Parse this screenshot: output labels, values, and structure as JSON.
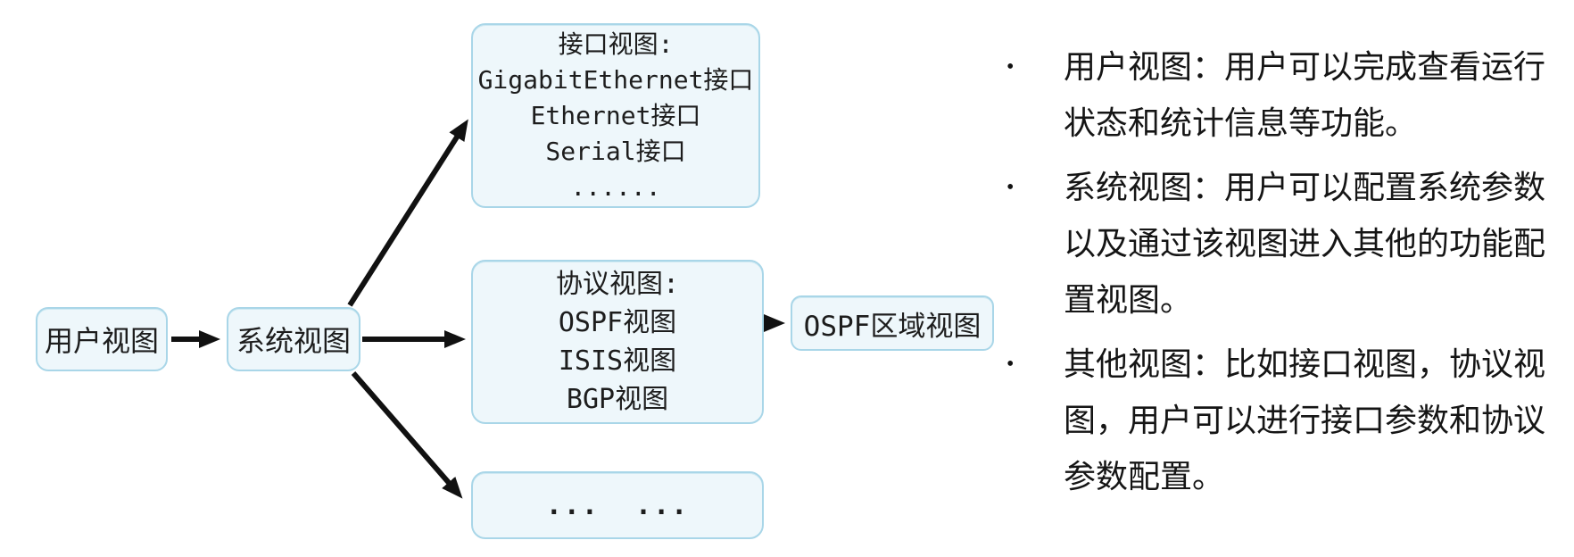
{
  "diagram": {
    "user_view_box": {
      "label": "用户视图"
    },
    "system_view_box": {
      "label": "系统视图"
    },
    "interface_box": {
      "lines": [
        "接口视图:",
        "GigabitEthernet接口",
        "Ethernet接口",
        "Serial接口",
        "......"
      ]
    },
    "protocol_box": {
      "lines": [
        "协议视图:",
        "OSPF视图",
        "ISIS视图",
        "BGP视图"
      ]
    },
    "ospf_area_box": {
      "label": "OSPF区域视图"
    },
    "others_box": {
      "label": "...  ..."
    },
    "colors": {
      "box_border": "#a9d6e8",
      "box_fill": "#eef7fb",
      "arrow": "#111111",
      "text": "#1d1d1d"
    }
  },
  "notes": {
    "bullet_glyph": "•",
    "bullets": [
      {
        "text": "用户视图：用户可以完成查看运行状态和统计信息等功能。"
      },
      {
        "text": "系统视图：用户可以配置系统参数以及通过该视图进入其他的功能配置视图。"
      },
      {
        "text": "其他视图：比如接口视图，协议视图，用户可以进行接口参数和协议参数配置。"
      }
    ]
  }
}
